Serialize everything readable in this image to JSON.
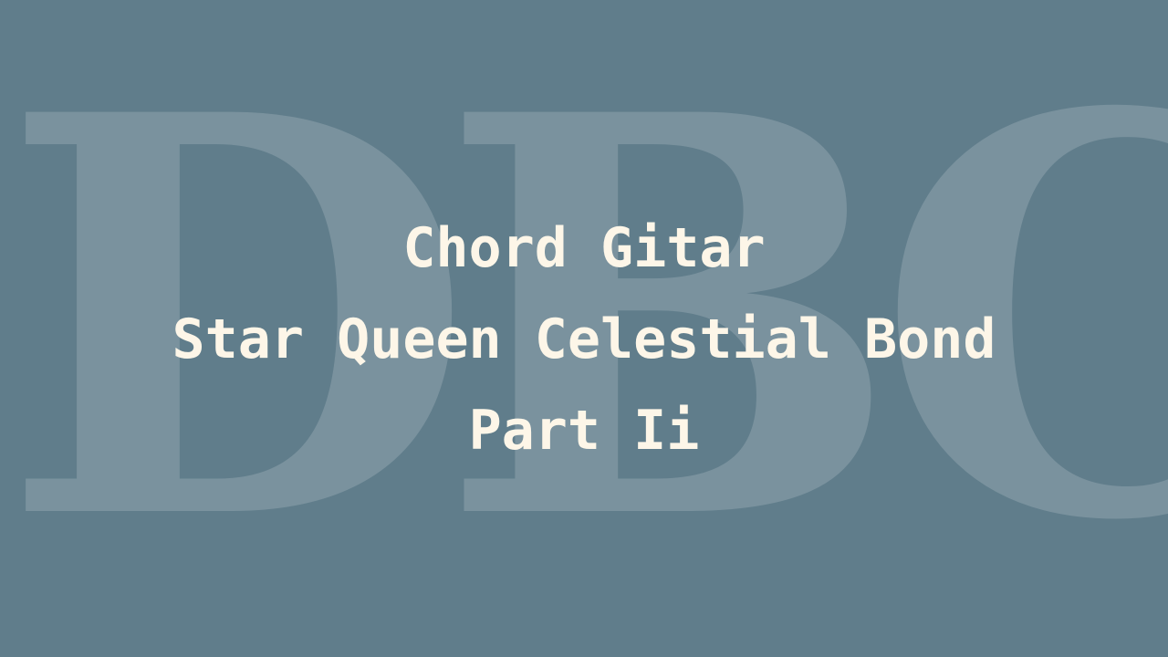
{
  "background": {
    "color": "#607d8b",
    "watermark": "DBC"
  },
  "title": {
    "line1": "Chord Gitar",
    "line2": "Star Queen Celestial Bond",
    "line3": "Part Ii",
    "color": "#fdf6e8"
  }
}
